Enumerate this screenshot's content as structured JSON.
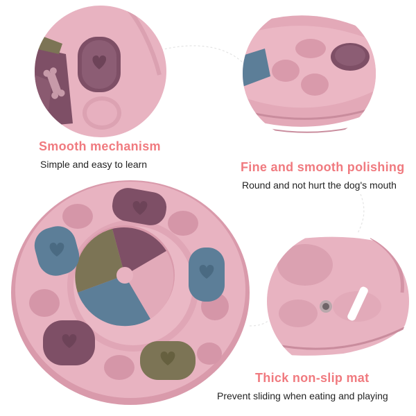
{
  "features": {
    "mechanism": {
      "title": "Smooth mechanism",
      "description": "Simple and easy to learn"
    },
    "polishing": {
      "title": "Fine and smooth polishing",
      "description": "Round and not hurt the dog's mouth"
    },
    "mat": {
      "title": "Thick non-slip mat",
      "description": "Prevent sliding when eating and playing"
    }
  },
  "colors": {
    "title_accent": "#f07a7f",
    "toy_pink": "#e8b3c1",
    "plum": "#7e4f66",
    "slate_blue": "#5c7e98",
    "khaki": "#7c7455"
  }
}
